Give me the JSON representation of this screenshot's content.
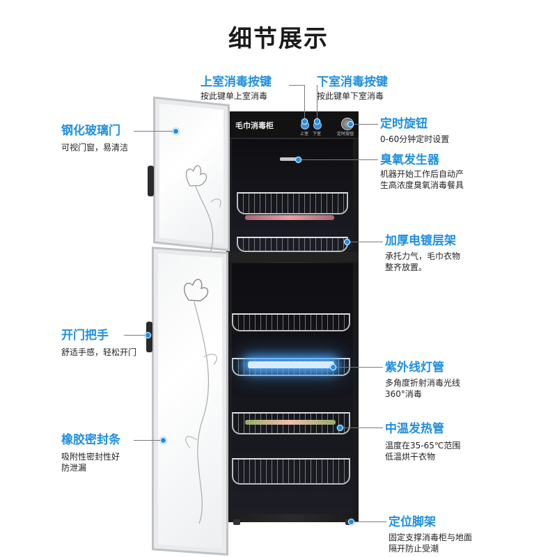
{
  "title": "细节展示",
  "cabinet": {
    "brand": "毛巾消毒柜",
    "btn_upper_label": "上室",
    "btn_lower_label": "下室",
    "timer_label": "定时旋钮"
  },
  "callouts": {
    "upper_button": {
      "title": "上室消毒按键",
      "desc": [
        "按此键单上室消毒"
      ]
    },
    "lower_button": {
      "title": "下室消毒按键",
      "desc": [
        "按此键单下室消毒"
      ]
    },
    "timer_knob": {
      "title": "定时旋钮",
      "desc": [
        "0-60分钟定时设置"
      ]
    },
    "ozone": {
      "title": "臭氧发生器",
      "desc": [
        "机器开始工作后自动产",
        "生高浓度臭氧消毒餐具"
      ]
    },
    "rack": {
      "title": "加厚电镀层架",
      "desc": [
        "承托力气，毛巾衣物",
        "整齐放置。"
      ]
    },
    "uv": {
      "title": "紫外线灯管",
      "desc": [
        "多角度折射消毒光线",
        "360°消毒"
      ]
    },
    "heater": {
      "title": "中温发热管",
      "desc": [
        "温度在35-65℃范围",
        "低温烘干衣物"
      ]
    },
    "feet": {
      "title": "定位脚架",
      "desc": [
        "固定支撑消毒柜与地面",
        "隔开防止受潮"
      ]
    },
    "glass": {
      "title": "钢化玻璃门",
      "desc": [
        "可视门窗，易清洁"
      ]
    },
    "handle": {
      "title": "开门把手",
      "desc": [
        "舒适手感，轻松开门"
      ]
    },
    "seal": {
      "title": "橡胶密封条",
      "desc": [
        "吸附性密封性好",
        "防泄漏"
      ]
    }
  },
  "colors": {
    "accent": "#1f8fe0",
    "title_text": "#1a1a1a",
    "uv_glow": "#4aa8ff"
  }
}
